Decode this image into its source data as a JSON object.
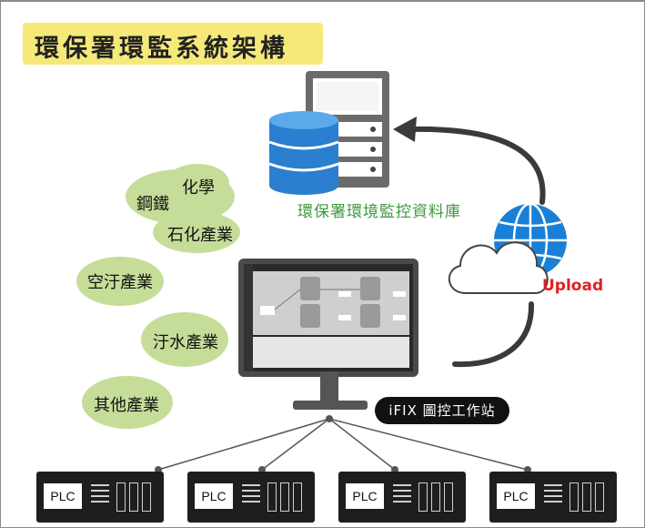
{
  "title": "環保署環監系統架構",
  "database": {
    "label": "環保署環境監控資料庫"
  },
  "cloud": {
    "label": "Upload"
  },
  "industries": {
    "metal": "鋼鐵",
    "chemical": "化學",
    "petrochemical": "石化產業",
    "air": "空汙產業",
    "water": "汙水產業",
    "other": "其他產業"
  },
  "workstation": {
    "label": "iFIX 圖控工作站"
  },
  "plcs": [
    {
      "label": "PLC"
    },
    {
      "label": "PLC"
    },
    {
      "label": "PLC"
    },
    {
      "label": "PLC"
    }
  ],
  "colors": {
    "title_bg": "#f5e97a",
    "blob": "#c6dd99",
    "db_label": "#3c9a3c",
    "upload": "#e02020",
    "database_blue": "#2a7fd0"
  }
}
